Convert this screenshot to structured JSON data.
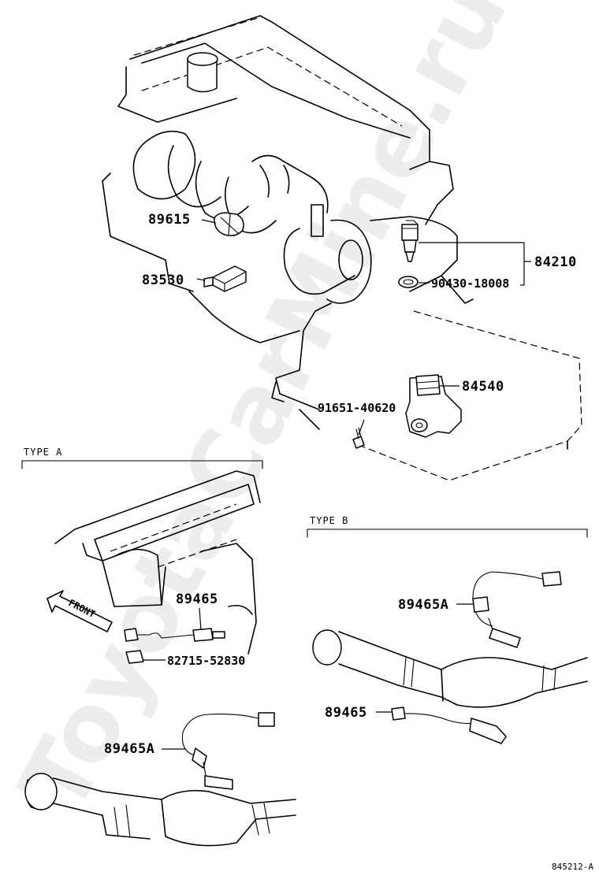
{
  "watermark": "ToyotaCarMine.ru",
  "drawing_code": "845212-A",
  "sections": {
    "type_a": "TYPE A",
    "type_b": "TYPE B"
  },
  "front_arrow_label": "FRONT",
  "callouts": {
    "c89615": "89615",
    "c83530": "83530",
    "c84210": "84210",
    "c90430": "90430-18008",
    "c84540": "84540",
    "c91651": "91651-40620",
    "a89465": "89465",
    "a82715": "82715-52830",
    "a89465A": "89465A",
    "b89465A": "89465A",
    "b89465": "89465"
  }
}
